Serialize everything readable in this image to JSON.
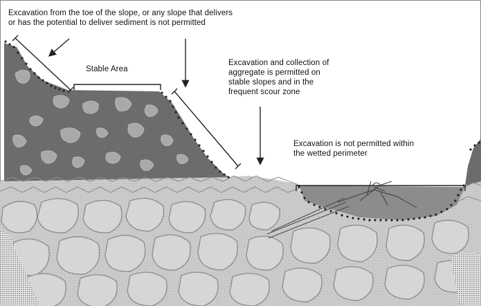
{
  "labels": {
    "toe_slope_note": "Excavation from the toe of the slope, or any slope that delivers\nor has the potential to deliver sediment is not permitted",
    "stable_area": "Stable Area",
    "permitted_note": "Excavation and collection of\naggregate is permitted on\nstable slopes and in the\nfrequent scour zone",
    "wetted_perimeter_note": "Excavation is not permitted within\nthe wetted perimeter"
  },
  "colors": {
    "bank_fill": "#6a6a6a",
    "bank_clast": "#a7a7a7",
    "cobble_fill": "#d2d2d2",
    "cobble_outline": "#9a9a9a",
    "water": "#8c8c8c",
    "boundary_dots": "#222222"
  }
}
